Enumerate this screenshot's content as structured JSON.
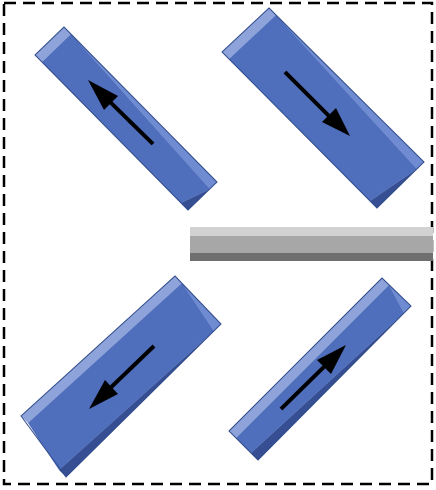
{
  "colors": {
    "page_background": "#ffffff",
    "frame": "#000000",
    "bar_face": "#4f6fbd",
    "bar_top_bevel": "#8ea3da",
    "bar_right_bevel": "#6f8bd1",
    "bar_bottom_bevel": "#364f93",
    "bar_outline": "#2f4a8a",
    "arrow": "#000000",
    "plate_light": "#d2d2d2",
    "plate_mid": "#a7a7a7",
    "plate_dark": "#6f6f6f"
  },
  "frame": {
    "style": "dashed"
  },
  "plate": {
    "shade": "gray",
    "label": ""
  },
  "magnets": [
    {
      "position": "upper-left",
      "arrow_direction": "up-left"
    },
    {
      "position": "upper-right",
      "arrow_direction": "down-right"
    },
    {
      "position": "lower-left",
      "arrow_direction": "down-left"
    },
    {
      "position": "lower-right",
      "arrow_direction": "up-right"
    }
  ]
}
